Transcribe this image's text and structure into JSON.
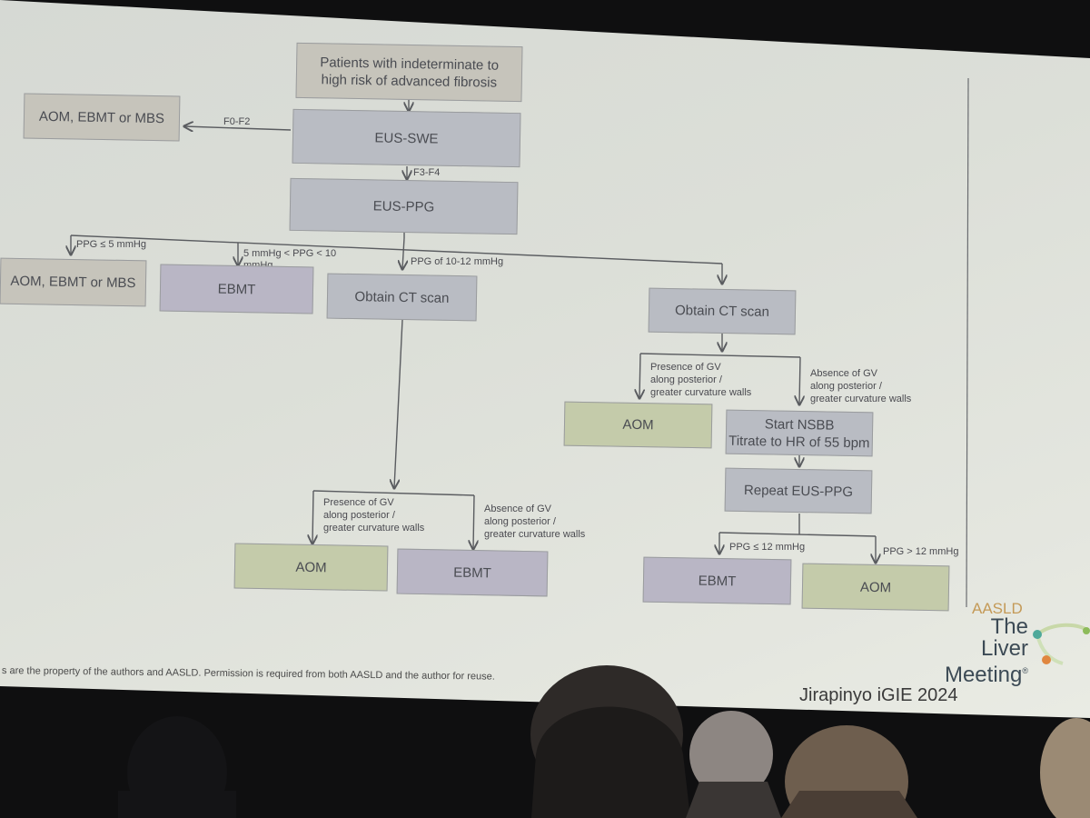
{
  "flowchart": {
    "start": "Patients with indeterminate to high risk of advanced fibrosis",
    "eus_swe": "EUS-SWE",
    "eus_ppg": "EUS-PPG",
    "left_outcome": "AOM, EBMT or MBS",
    "edge_f0_f2": "F0-F2",
    "edge_f3_f4": "F3-F4",
    "branch_low": {
      "label": "PPG ≤ 5 mmHg",
      "box": "AOM, EBMT or MBS"
    },
    "branch_mid": {
      "label_line1": "5 mmHg < PPG < 10",
      "label_line2": "mmHg",
      "box": "EBMT"
    },
    "branch_10_12": {
      "label": "PPG of 10-12 mmHg",
      "box": "Obtain CT scan",
      "presence_label": [
        "Presence of GV",
        "along posterior /",
        "greater curvature walls"
      ],
      "absence_label": [
        "Absence of GV",
        "along posterior /",
        "greater curvature walls"
      ],
      "aom": "AOM",
      "ebmt": "EBMT"
    },
    "branch_high": {
      "box": "Obtain CT scan",
      "presence_label": [
        "Presence of GV",
        "along posterior /",
        "greater curvature walls"
      ],
      "absence_label": [
        "Absence of GV",
        "along posterior /",
        "greater curvature walls"
      ],
      "aom": "AOM",
      "nsbb_line1": "Start NSBB",
      "nsbb_line2": "Titrate to HR of 55 bpm",
      "repeat": "Repeat EUS-PPG",
      "ppg_le_12": "PPG ≤ 12 mmHg",
      "ppg_gt_12": "PPG > 12 mmHg",
      "ebmt": "EBMT",
      "aom2": "AOM"
    }
  },
  "footer": "s are the property of the authors and AASLD. Permission is required from both AASLD and the author for reuse.",
  "citation": "Jirapinyo iGIE 2024",
  "logo": {
    "aasld": "AASLD",
    "line1": "The Liver",
    "line2": "Meeting",
    "registered": "®"
  },
  "colors": {
    "box_grey": "#b9bcc3",
    "box_beige": "#c6c4bb",
    "box_green": "#c4cbaa",
    "box_lavender": "#b9b6c5"
  }
}
